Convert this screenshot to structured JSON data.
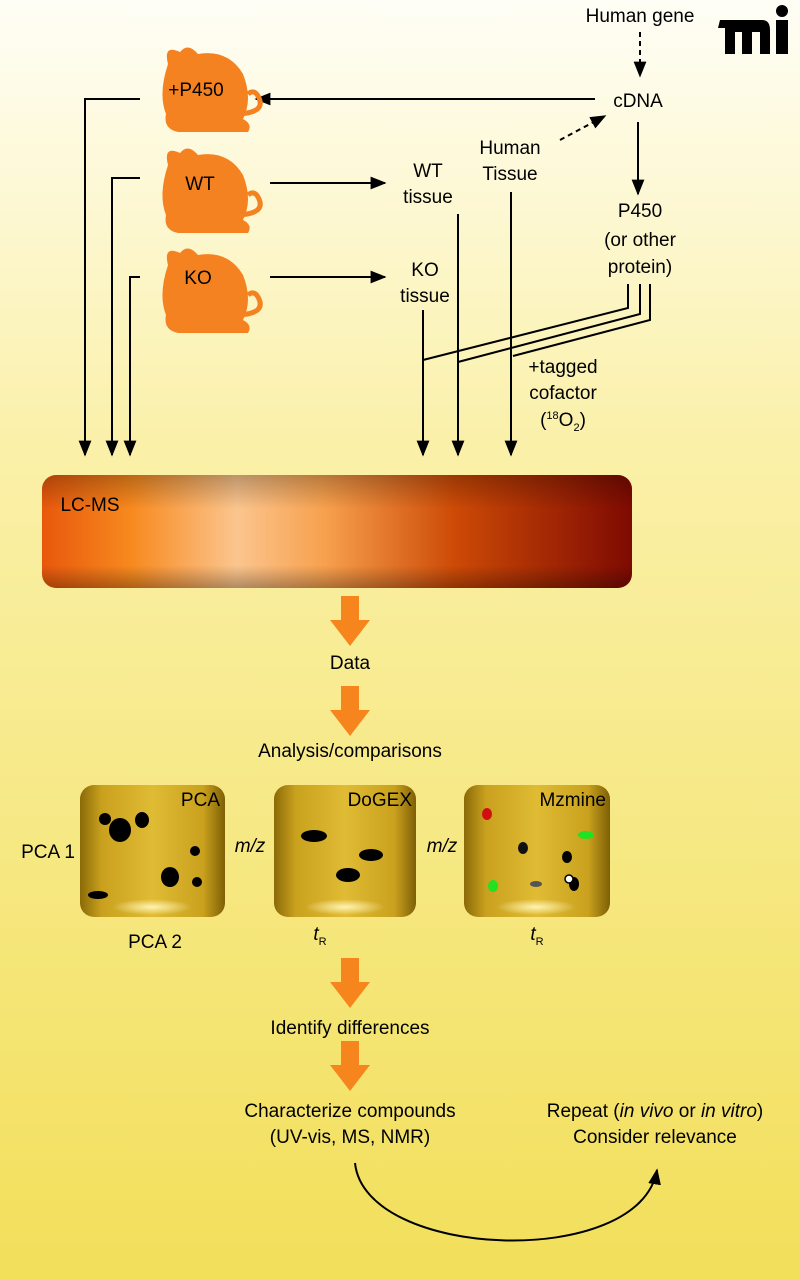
{
  "logo": {
    "text": "mi"
  },
  "nodes": {
    "human_gene": "Human gene",
    "cdna": "cDNA",
    "mouse_p450": "+P450",
    "mouse_wt": "WT",
    "mouse_ko": "KO",
    "wt_tissue": [
      "WT",
      "tissue"
    ],
    "ko_tissue": [
      "KO",
      "tissue"
    ],
    "human_tissue": [
      "Human",
      "Tissue"
    ],
    "p450_protein": [
      "P450",
      "(or other",
      "protein)"
    ],
    "cofactor": [
      "+tagged",
      "cofactor"
    ],
    "cofactor_iso": {
      "open": "(",
      "sup": "18",
      "base": "O",
      "sub": "2",
      "close": ")"
    },
    "lcms": "LC-MS",
    "data": "Data",
    "analysis": "Analysis/comparisons",
    "identify": "Identify differences",
    "characterize": [
      "Characterize compounds",
      "(UV-vis, MS, NMR)"
    ],
    "repeat": {
      "pre": "Repeat (",
      "it1": "in vivo",
      "mid": " or ",
      "it2": "in vitro",
      "post": ")",
      "line2": "Consider relevance"
    }
  },
  "panels": [
    {
      "title": "PCA",
      "ylabel": "PCA 1",
      "xlabel": "PCA 2"
    },
    {
      "title": "DoGEX",
      "ylabel": "m/z",
      "xlabel_main": "t",
      "xlabel_sub": "R"
    },
    {
      "title": "Mzmine",
      "ylabel": "m/z",
      "xlabel_main": "t",
      "xlabel_sub": "R"
    }
  ],
  "colors": {
    "mouse": "#f58220",
    "flow_arrow": "#f7851e",
    "panel": "#c9a11e",
    "bg_top": "#fffef4",
    "bg_bottom": "#f3e15c"
  }
}
